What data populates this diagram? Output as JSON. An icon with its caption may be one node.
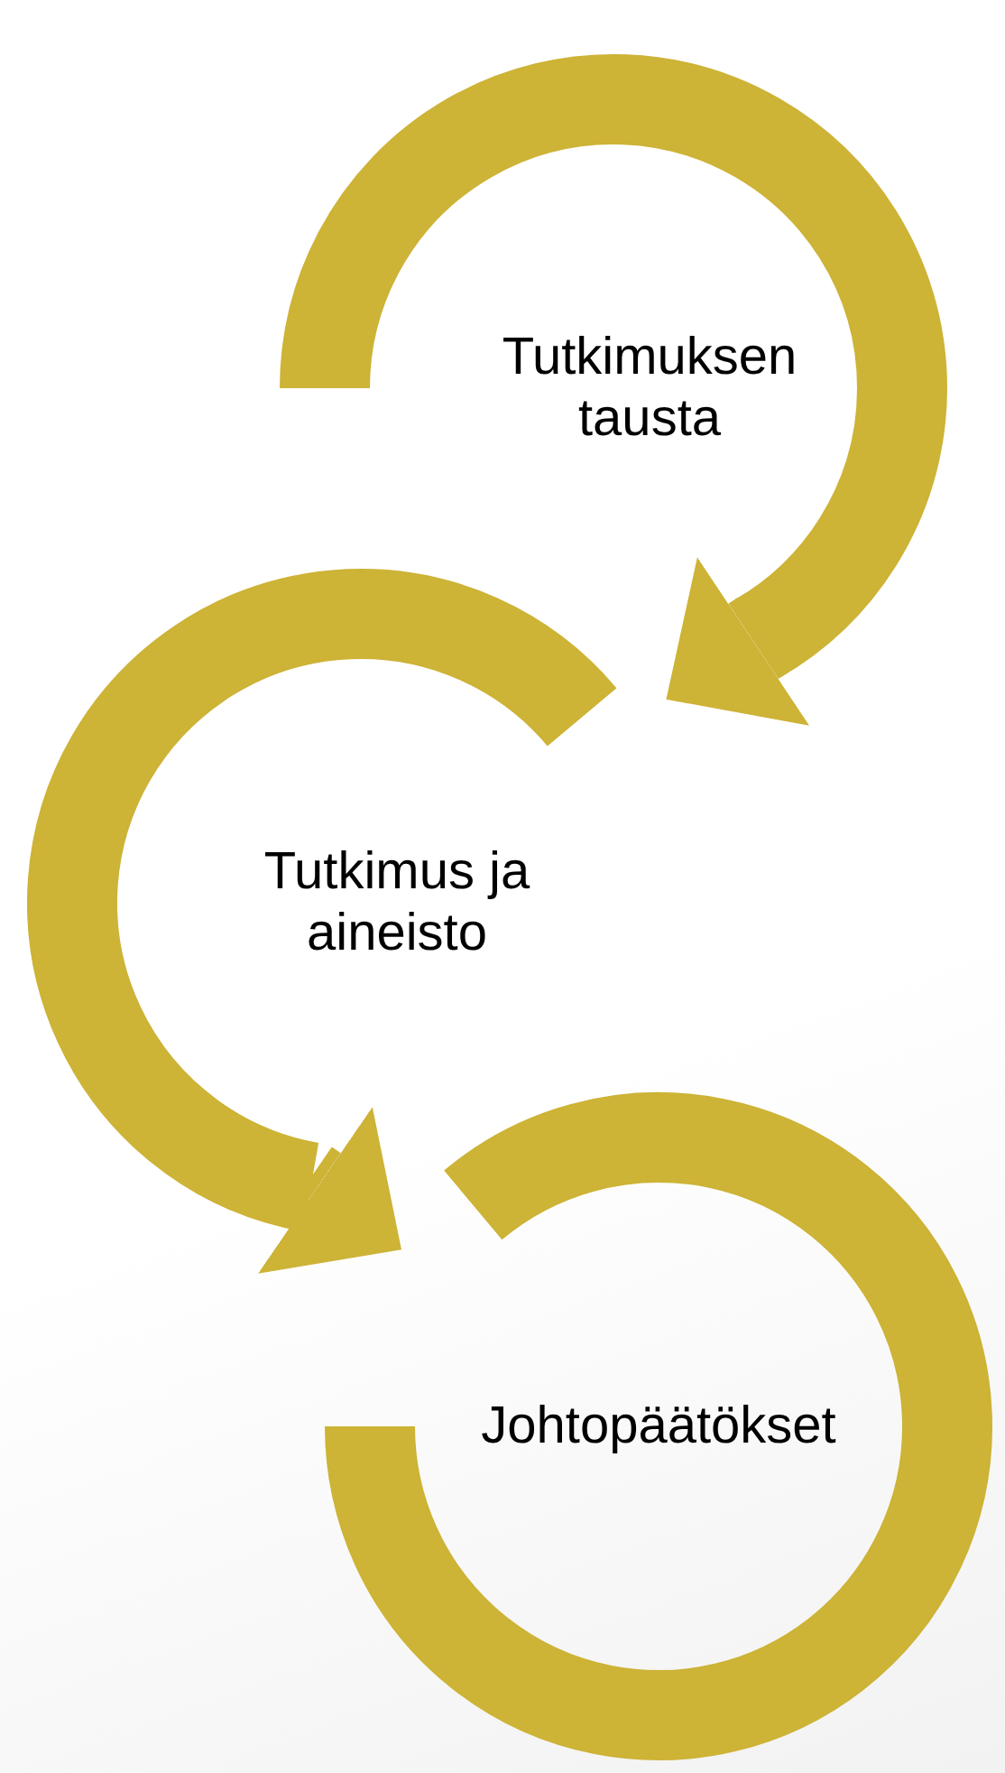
{
  "diagram": {
    "nodes": [
      {
        "text": [
          "Tutkimuksen tausta"
        ]
      },
      {
        "text": [
          "Tutkimus ja aineisto"
        ]
      },
      {
        "text": [
          "Johtopäätökset"
        ]
      }
    ],
    "edges": [
      {
        "from": 0,
        "to": 1,
        "arrow": "to"
      },
      {
        "from": 1,
        "to": 2,
        "arrow": "to"
      }
    ]
  }
}
